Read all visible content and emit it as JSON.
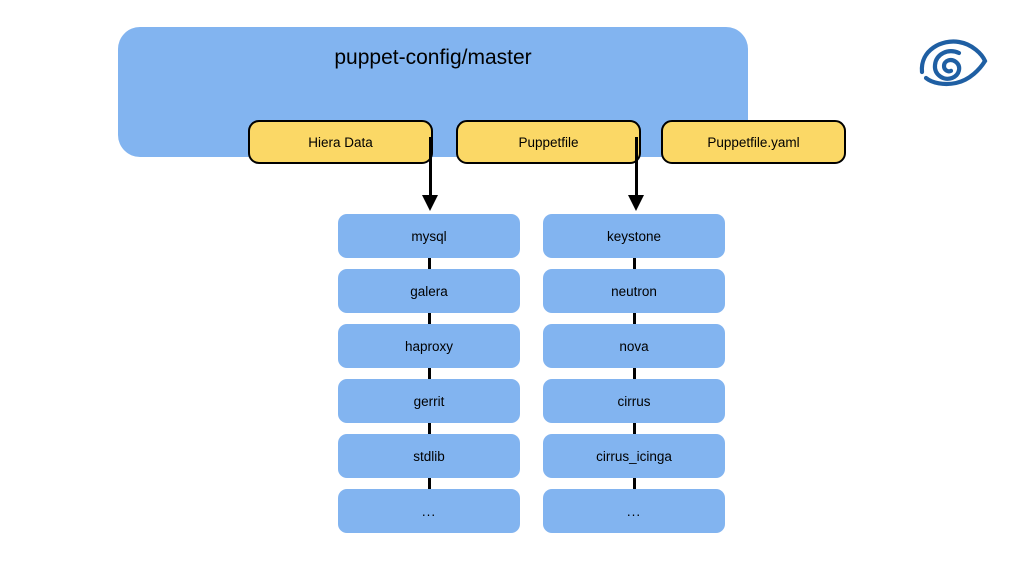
{
  "diagram": {
    "title": "puppet-config/master",
    "repo_files": [
      {
        "label": "Hiera Data",
        "name": "hiera-data"
      },
      {
        "label": "Puppetfile",
        "name": "puppetfile"
      },
      {
        "label": "Puppetfile.yaml",
        "name": "puppetfile-yaml"
      }
    ],
    "columns": [
      {
        "name": "left",
        "source": "Puppetfile",
        "modules": [
          "mysql",
          "galera",
          "haproxy",
          "gerrit",
          "stdlib",
          "..."
        ]
      },
      {
        "name": "right",
        "source": "Puppetfile.yaml",
        "modules": [
          "keystone",
          "neutron",
          "nova",
          "cirrus",
          "cirrus_icinga",
          "..."
        ]
      }
    ],
    "arrows": [
      {
        "name": "arrow-puppetfile-to-modules",
        "from": "Puppetfile",
        "to": "mysql"
      },
      {
        "name": "arrow-puppetfile-yaml-to-modules",
        "from": "Puppetfile.yaml",
        "to": "keystone"
      }
    ]
  },
  "logo": {
    "name": "eye-spiral-logo",
    "color": "#1F5FA3"
  },
  "colors": {
    "container_blue": "#82B4F0",
    "module_blue": "#82B4F0",
    "file_yellow": "#FBD866",
    "border_black": "#000000",
    "background": "#FFFFFF"
  }
}
